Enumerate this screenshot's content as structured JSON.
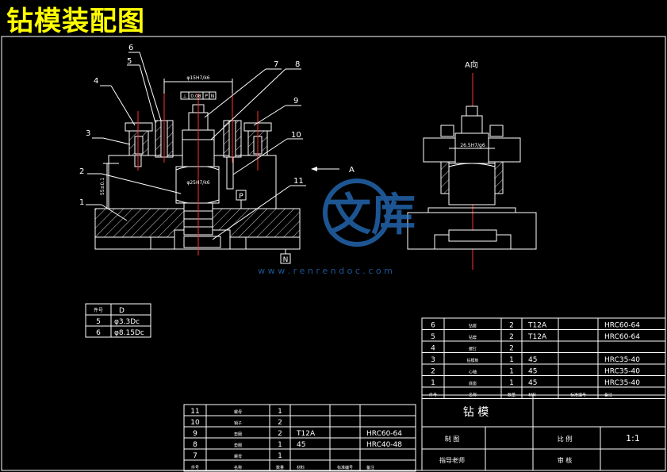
{
  "title": "钻模装配图",
  "callouts": [
    "1",
    "2",
    "3",
    "4",
    "5",
    "6",
    "7",
    "8",
    "9",
    "10",
    "11"
  ],
  "dims": {
    "top_width": "φ15H7/k6",
    "fit_box": [
      "⊥",
      "0.08",
      "P",
      "N"
    ],
    "middle_dia": "φ25H7/k6",
    "height": "55±0.1",
    "right_dim": "26.5H7/g6"
  },
  "labels": {
    "view_arrow": "A",
    "view_title": "A向",
    "datum_p": "P",
    "datum_n": "N"
  },
  "watermark": {
    "text": "文库",
    "url": "w w w . r e n r e n d o c . c o m"
  },
  "hole_table": {
    "headers": [
      "件号",
      "D"
    ],
    "rows": [
      [
        "5",
        "φ3.3Dc"
      ],
      [
        "6",
        "φ8.15Dc"
      ]
    ]
  },
  "parts_right": [
    [
      "6",
      "钻套",
      "2",
      "T12A",
      "",
      "HRC60-64"
    ],
    [
      "5",
      "钻套",
      "2",
      "T12A",
      "",
      "HRC60-64"
    ],
    [
      "4",
      "螺钉",
      "2",
      "",
      "",
      ""
    ],
    [
      "3",
      "钻模板",
      "1",
      "45",
      "",
      "HRC35-40"
    ],
    [
      "2",
      "心轴",
      "1",
      "45",
      "",
      "HRC35-40"
    ],
    [
      "1",
      "底座",
      "1",
      "45",
      "",
      "HRC35-40"
    ]
  ],
  "parts_right_header": [
    "件号",
    "名称",
    "数量",
    "材料",
    "标准编号",
    "备注"
  ],
  "parts_left": [
    [
      "11",
      "螺母",
      "1",
      "",
      "",
      ""
    ],
    [
      "10",
      "销子",
      "2",
      "",
      "",
      ""
    ],
    [
      "9",
      "垫圈",
      "2",
      "T12A",
      "",
      "HRC60-64"
    ],
    [
      "8",
      "垫圈",
      "1",
      "45",
      "",
      "HRC40-48"
    ],
    [
      "7",
      "螺母",
      "1",
      "",
      "",
      ""
    ]
  ],
  "parts_left_header": [
    "件号",
    "名称",
    "数量",
    "材料",
    "标准编号",
    "备注"
  ],
  "title_block": {
    "name": "钻 模",
    "drawn": "制 图",
    "advisor": "指导老师",
    "scale_label": "比 例",
    "scale": "1:1",
    "review": "审 核"
  }
}
